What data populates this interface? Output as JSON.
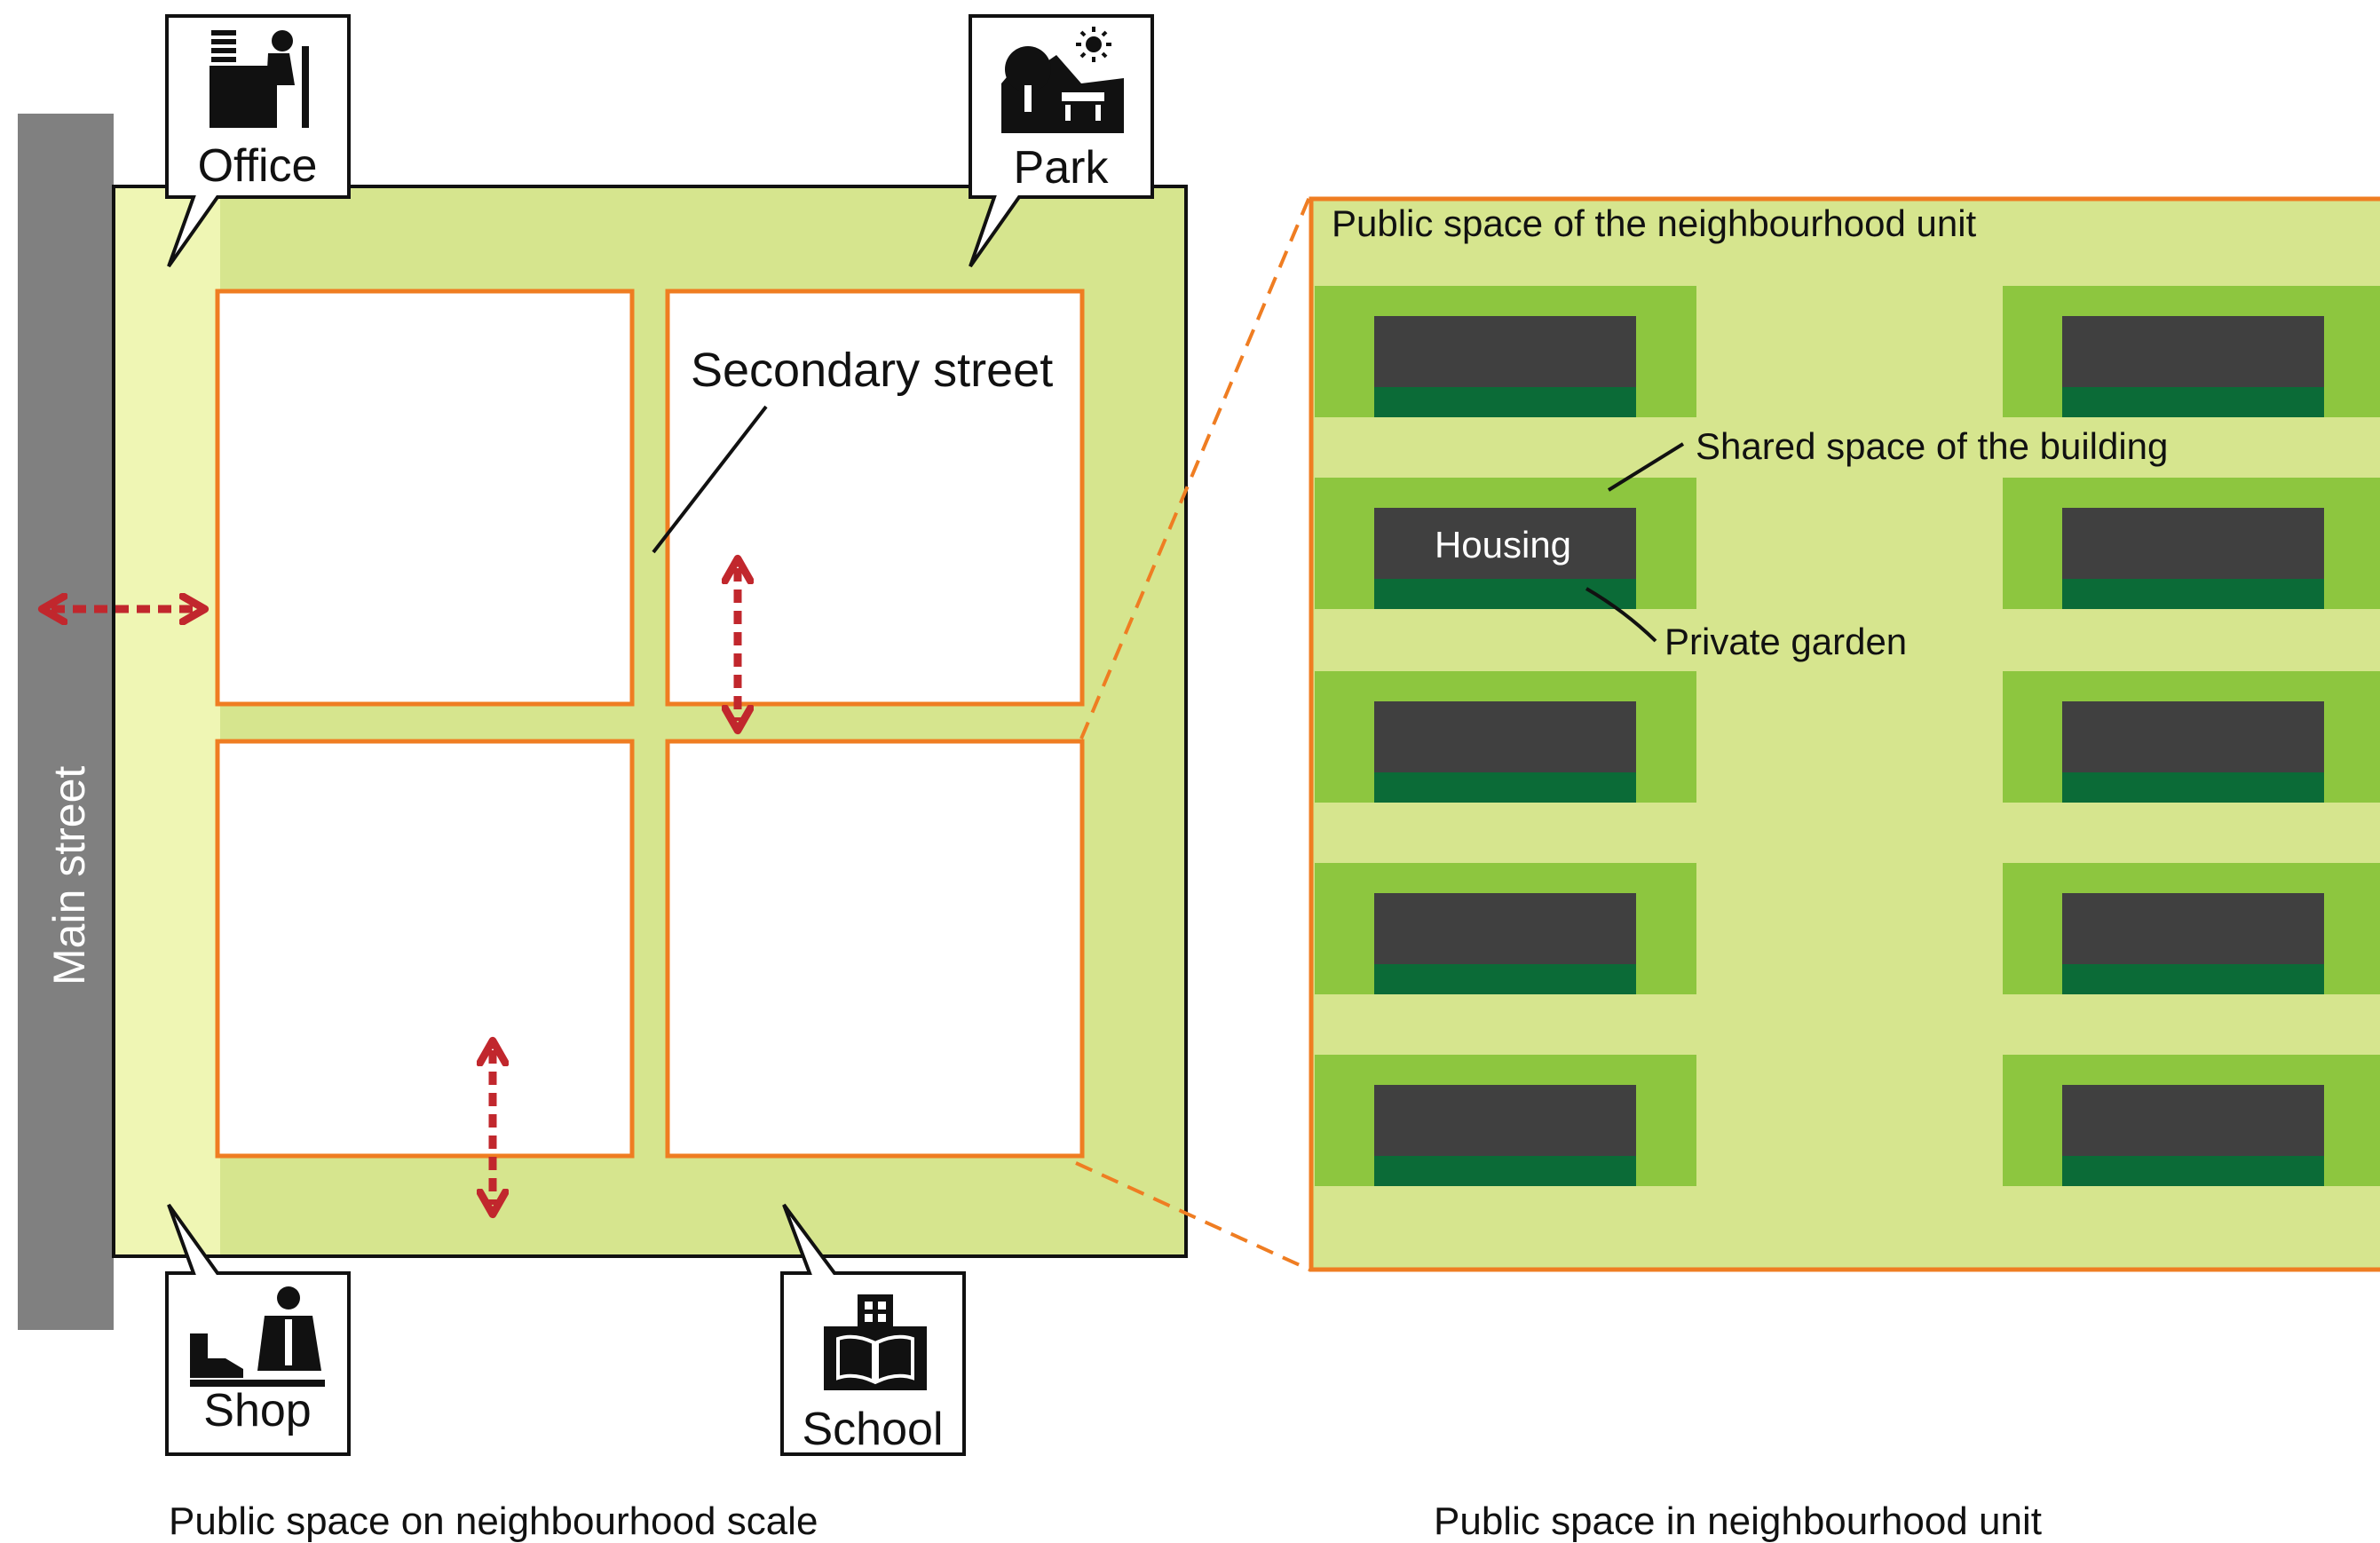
{
  "colors": {
    "main_street": "#808080",
    "sidewalk": "#eff6b4",
    "neighbourhood_public": "#d6e58e",
    "block_border": "#ef7d22",
    "plot_green": "#8dc63f",
    "housing": "#404040",
    "private_garden": "#0b6b37",
    "arrow": "#c1272d"
  },
  "left_diagram": {
    "main_street_label": "Main street",
    "secondary_street_label": "Secondary street",
    "callouts": {
      "office": {
        "label": "Office",
        "icon": "office-worker-icon"
      },
      "park": {
        "label": "Park",
        "icon": "park-icon"
      },
      "shop": {
        "label": "Shop",
        "icon": "shop-icon"
      },
      "school": {
        "label": "School",
        "icon": "school-icon"
      }
    },
    "caption": "Public space on neighbourhood scale"
  },
  "right_diagram": {
    "title": "Public space of the neighbourhood unit",
    "shared_space_label": "Shared space of the building",
    "housing_label": "Housing",
    "private_garden_label": "Private garden",
    "caption": "Public space in neighbourhood unit"
  }
}
